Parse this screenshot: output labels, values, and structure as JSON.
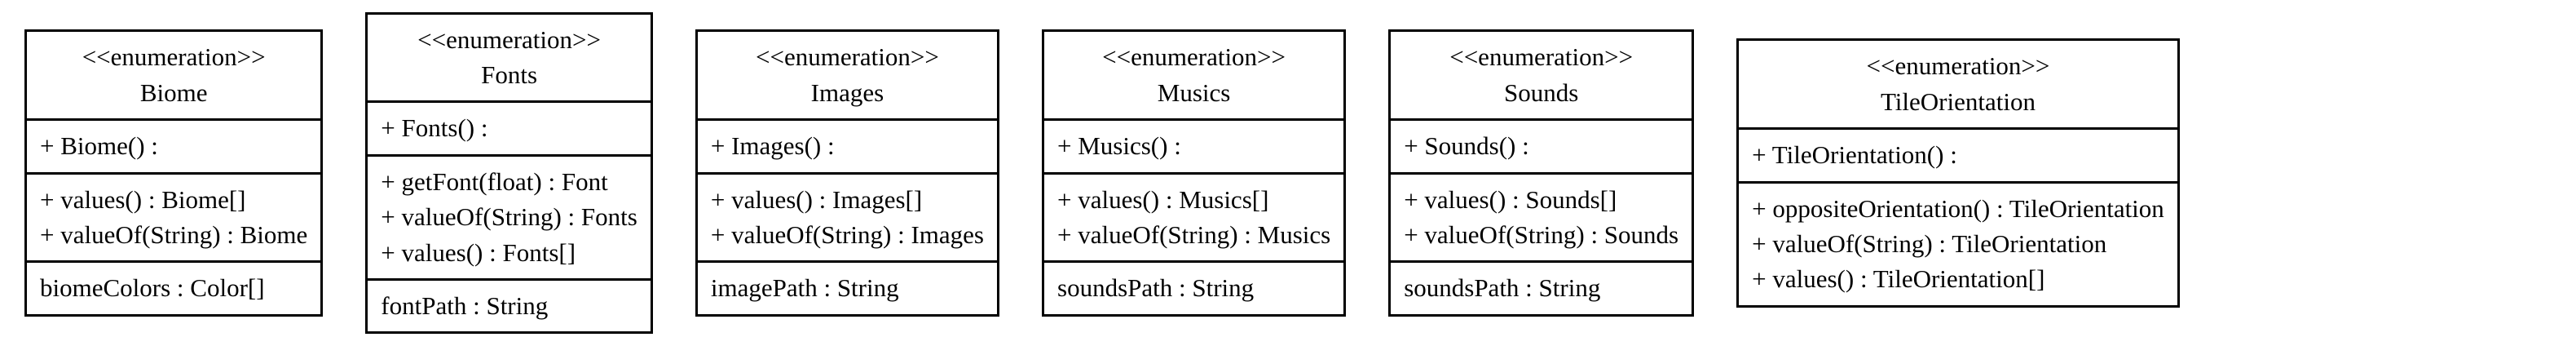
{
  "diagram": {
    "type": "uml-class-diagram",
    "colors": {
      "background": "#ffffff",
      "box_fill": "#ffffff",
      "border": "#000000",
      "text": "#000000"
    },
    "classes": [
      {
        "stereotype": "<<enumeration>>",
        "name": "Biome",
        "compartments": [
          [
            "+ Biome() :"
          ],
          [
            "+ values() : Biome[]",
            "+ valueOf(String) : Biome"
          ],
          [
            "biomeColors : Color[]"
          ]
        ]
      },
      {
        "stereotype": "<<enumeration>>",
        "name": "Fonts",
        "compartments": [
          [
            "+ Fonts() :"
          ],
          [
            "+ getFont(float) : Font",
            "+ valueOf(String) : Fonts",
            "+ values() : Fonts[]"
          ],
          [
            "fontPath : String"
          ]
        ]
      },
      {
        "stereotype": "<<enumeration>>",
        "name": "Images",
        "compartments": [
          [
            "+ Images() :"
          ],
          [
            "+ values() : Images[]",
            "+ valueOf(String) : Images"
          ],
          [
            "imagePath : String"
          ]
        ]
      },
      {
        "stereotype": "<<enumeration>>",
        "name": "Musics",
        "compartments": [
          [
            "+ Musics() :"
          ],
          [
            "+ values() : Musics[]",
            "+ valueOf(String) : Musics"
          ],
          [
            "soundsPath : String"
          ]
        ]
      },
      {
        "stereotype": "<<enumeration>>",
        "name": "Sounds",
        "compartments": [
          [
            "+ Sounds() :"
          ],
          [
            "+ values() : Sounds[]",
            "+ valueOf(String) : Sounds"
          ],
          [
            "soundsPath : String"
          ]
        ]
      },
      {
        "stereotype": "<<enumeration>>",
        "name": "TileOrientation",
        "compartments": [
          [
            "+ TileOrientation() :"
          ],
          [
            "+ oppositeOrientation() : TileOrientation",
            "+ valueOf(String) : TileOrientation",
            "+ values() : TileOrientation[]"
          ]
        ]
      }
    ]
  }
}
